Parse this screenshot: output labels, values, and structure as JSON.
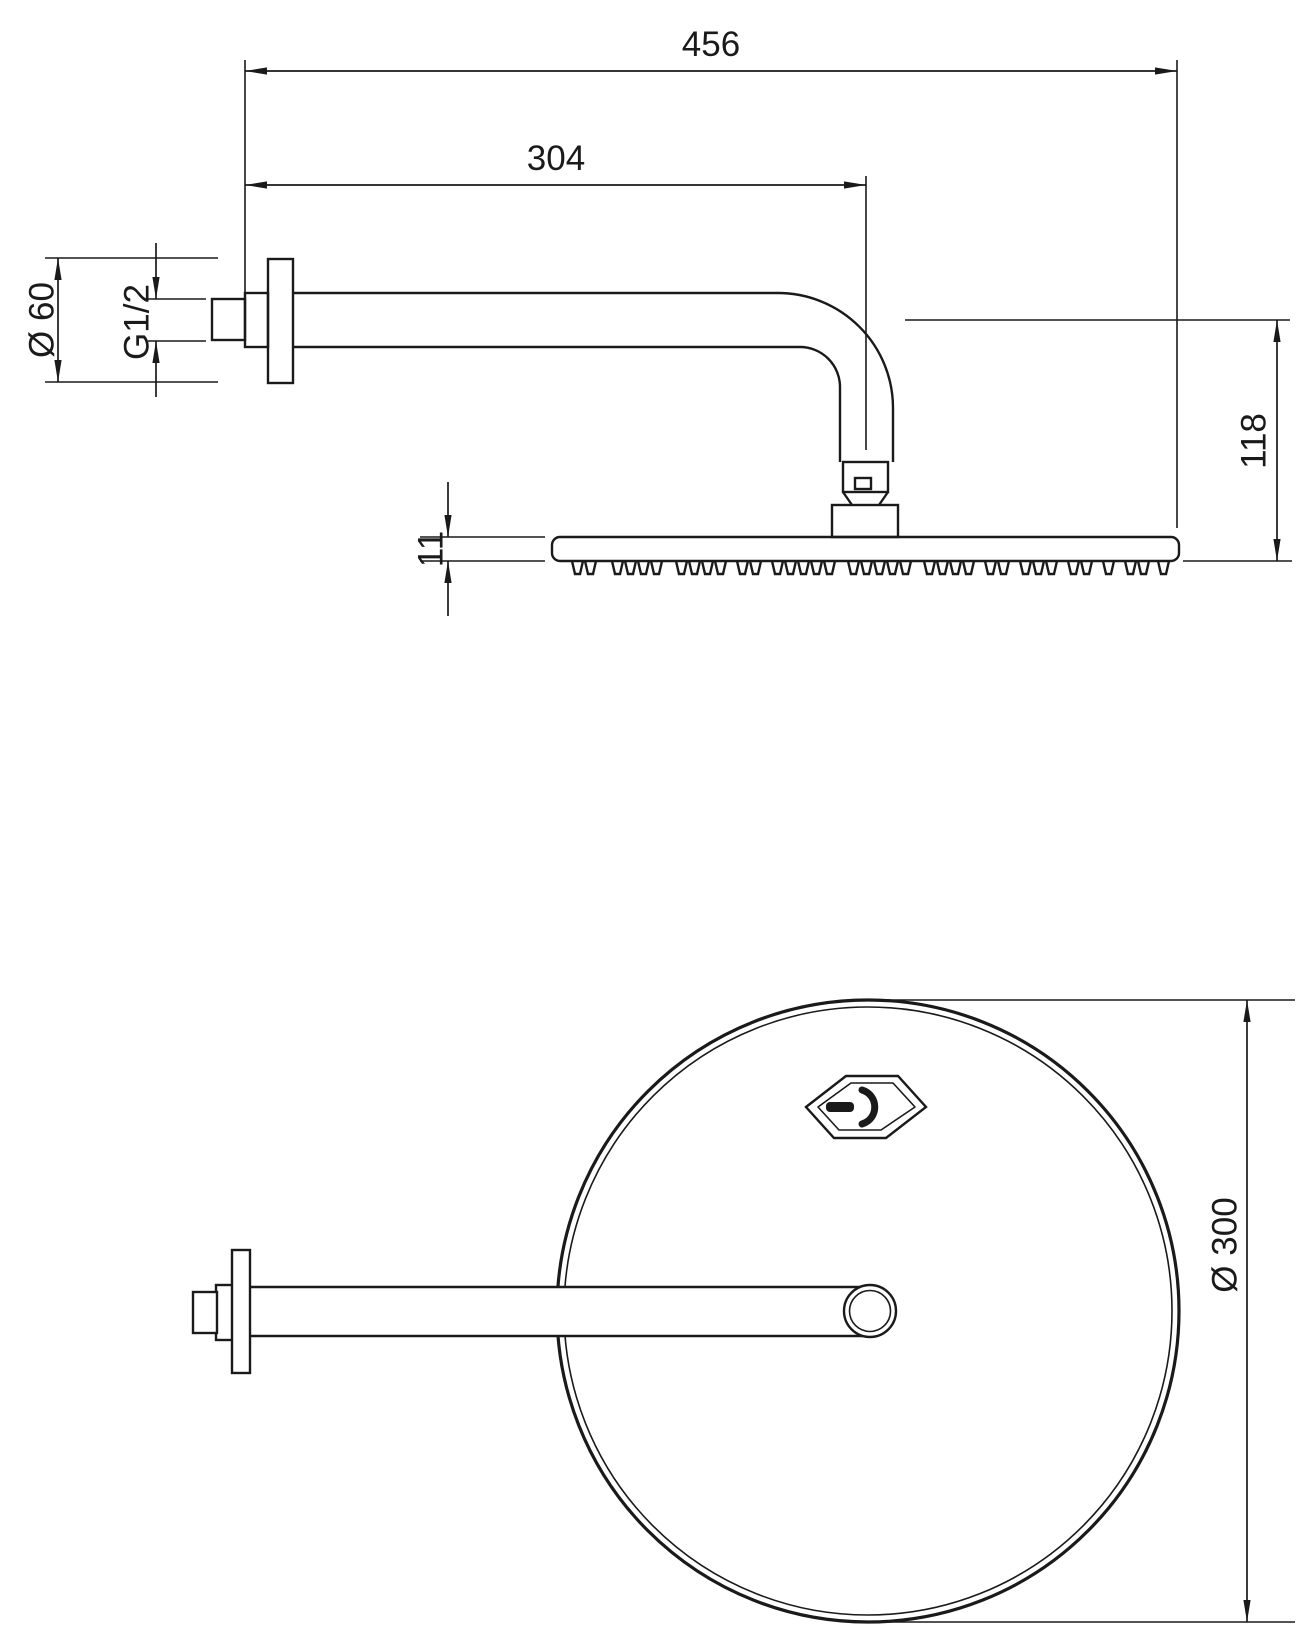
{
  "drawing": {
    "kind": "technical-dimension-drawing",
    "subject": "wall-mounted overhead shower with shower arm",
    "colors": {
      "ink": "#1a1a1a",
      "background": "#ffffff"
    },
    "icons": {
      "badge": "brand-logo-badge"
    },
    "views": {
      "side": {
        "dims": {
          "total_reach": "456",
          "arm_length": "304",
          "flange_diameter": "Ø 60",
          "thread_size": "G1/2",
          "head_thickness": "11",
          "head_drop": "118"
        }
      },
      "plan": {
        "dims": {
          "head_diameter": "Ø 300"
        }
      }
    }
  }
}
